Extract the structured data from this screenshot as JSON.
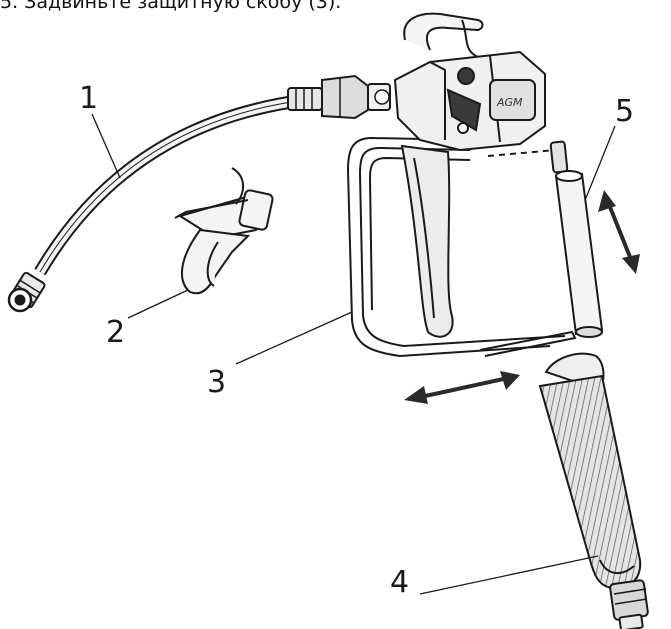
{
  "header": {
    "step_text": "5.   Задвиньте защитную скобу (3)."
  },
  "callouts": [
    {
      "id": "1",
      "label": "1"
    },
    {
      "id": "2",
      "label": "2"
    },
    {
      "id": "3",
      "label": "3"
    },
    {
      "id": "4",
      "label": "4"
    },
    {
      "id": "5",
      "label": "5"
    }
  ],
  "colors": {
    "line": "#1a1a1a",
    "fill_light": "#f2f2f2",
    "fill_mid": "#cfcfcf",
    "fill_dark": "#3a3a3a"
  },
  "icons": {
    "horizontal_arrow": "double-arrow-horizontal",
    "vertical_arrow": "double-arrow-vertical"
  }
}
